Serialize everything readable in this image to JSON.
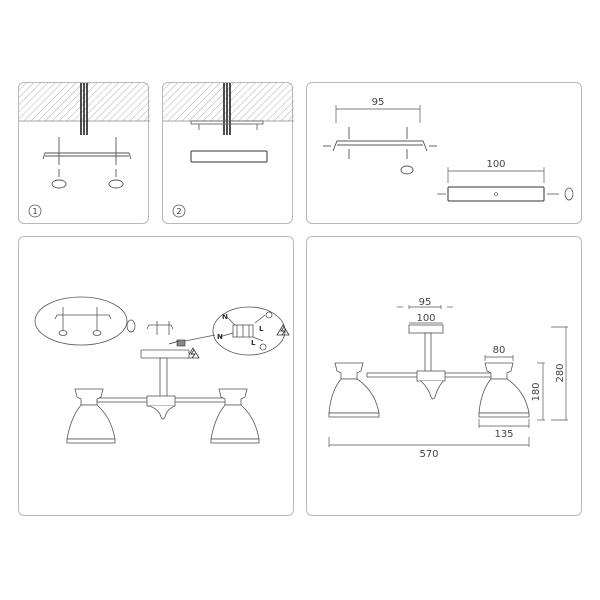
{
  "panels": {
    "step1": {
      "step_number": "1"
    },
    "step2": {
      "step_number": "2"
    },
    "bracket_dims": {
      "bracket_width": "95",
      "canopy_width": "100"
    },
    "wiring": {
      "labels": {
        "neutral_top": "N",
        "live_top": "L",
        "neutral_bottom": "N",
        "live_bottom": "L"
      },
      "warning_icon": "high-voltage-warning"
    },
    "dimensions": {
      "bracket_width": "95",
      "canopy_width": "100",
      "shade_top_width": "80",
      "shade_bottom_width": "135",
      "shade_height": "180",
      "total_height": "280",
      "total_width": "570"
    }
  },
  "colors": {
    "line": "#555555",
    "panel_border": "#b9b9b9",
    "hatch": "#9a9a9a",
    "cable": "#222222"
  }
}
